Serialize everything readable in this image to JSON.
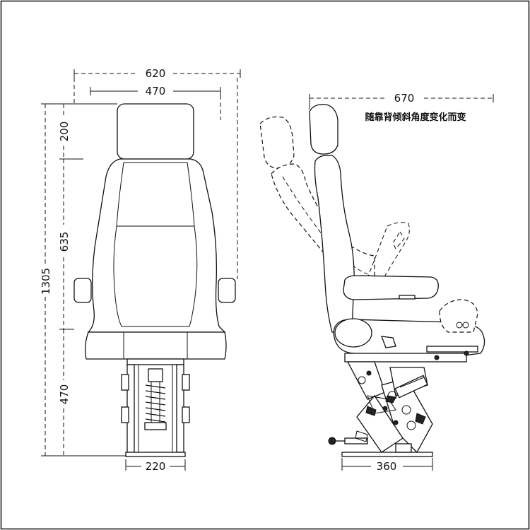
{
  "dimensions": {
    "front_width_overall": "620",
    "front_width_back": "470",
    "side_depth": "670",
    "headrest_height": "200",
    "backrest_height": "635",
    "total_height": "1305",
    "base_height": "470",
    "front_base_width": "220",
    "side_base_width": "360"
  },
  "annotation": {
    "recline_note": "随靠背倾斜角度变化而变"
  }
}
